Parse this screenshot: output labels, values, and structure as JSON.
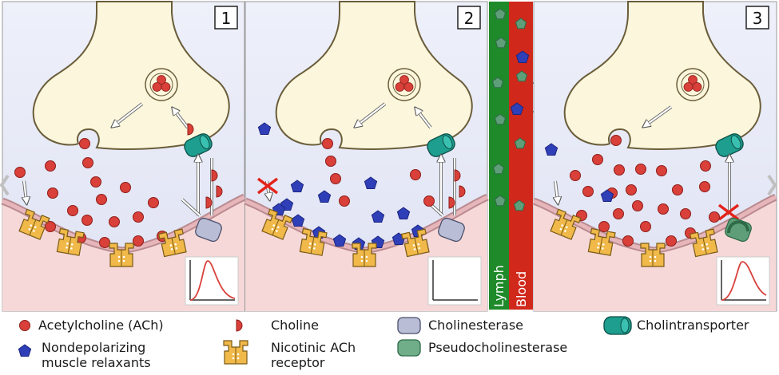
{
  "panels": [
    {
      "number": "1"
    },
    {
      "number": "2"
    },
    {
      "number": "3"
    }
  ],
  "vessels": {
    "lymph_label": "Lymph",
    "blood_label": "Blood"
  },
  "legend": {
    "ach": "Acetylcholine (ACh)",
    "choline": "Choline",
    "cholinesterase": "Cholinesterase",
    "cholintransporter": "Cholintransporter",
    "relaxant": "Nondepolarizing\nmuscle relaxants",
    "nicotinic": "Nicotinic ACh\nreceptor",
    "pseudo": "Pseudocholinesterase"
  },
  "colors": {
    "ach": "#d9403a",
    "relaxant": "#2f3fb8",
    "receptor": "#f0b94a",
    "cholinesterase": "#b9bdd6",
    "transporter": "#1d9e8f",
    "pseudo": "#5e9e78",
    "lymph": "#1e8a2a",
    "blood": "#d0291c",
    "terminal": "#fbf6dc",
    "muscle": "#f6d8d8"
  }
}
